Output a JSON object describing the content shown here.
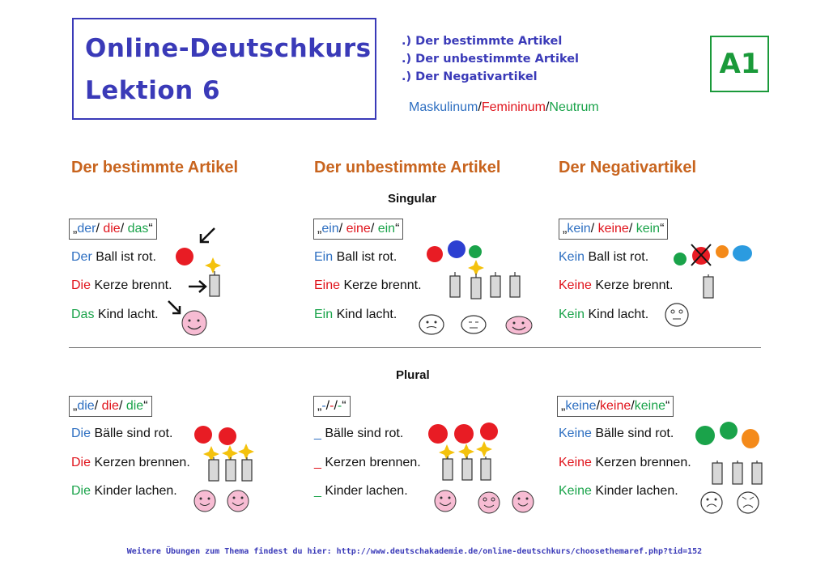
{
  "title": {
    "line1": "Online-Deutschkurs",
    "line2": "Lektion 6"
  },
  "topics": [
    ".) Der bestimmte Artikel",
    ".) Der unbestimmte Artikel",
    ".) Der Negativartikel"
  ],
  "level": "A1",
  "genders": {
    "masc": "Maskulinum",
    "sep1": "/",
    "fem": "Femininum",
    "sep2": "/",
    "neut": "Neutrum"
  },
  "columns": {
    "definite": "Der bestimmte Artikel",
    "indefinite": "Der unbestimmte Artikel",
    "negative": "Der Negativartikel"
  },
  "singular": {
    "label": "Singular",
    "definite": {
      "open": "„",
      "m": "der",
      "s1": "/ ",
      "f": "die",
      "s2": "/ ",
      "n": "das",
      "close": "“",
      "rows": [
        {
          "art": "Der",
          "rest": " Ball ist rot."
        },
        {
          "art": "Die",
          "rest": " Kerze brennt."
        },
        {
          "art": "Das",
          "rest": " Kind lacht."
        }
      ]
    },
    "indefinite": {
      "open": "„",
      "m": "ein",
      "s1": "/ ",
      "f": "eine",
      "s2": "/ ",
      "n": "ein",
      "close": "“",
      "rows": [
        {
          "art": "Ein",
          "rest": " Ball ist rot."
        },
        {
          "art": "Eine",
          "rest": " Kerze brennt."
        },
        {
          "art": "Ein",
          "rest": " Kind lacht."
        }
      ]
    },
    "negative": {
      "open": "„",
      "m": "kein",
      "s1": "/ ",
      "f": "keine",
      "s2": "/ ",
      "n": "kein",
      "close": "“",
      "rows": [
        {
          "art": "Kein",
          "rest": " Ball ist rot."
        },
        {
          "art": "Keine",
          "rest": " Kerze brennt."
        },
        {
          "art": "Kein",
          "rest": " Kind lacht."
        }
      ]
    }
  },
  "plural": {
    "label": "Plural",
    "definite": {
      "open": "„",
      "m": "die",
      "s1": "/ ",
      "f": "die",
      "s2": "/ ",
      "n": "die",
      "close": "“",
      "rows": [
        {
          "art": "Die",
          "rest": " Bälle sind rot."
        },
        {
          "art": "Die",
          "rest": " Kerzen brennen."
        },
        {
          "art": "Die",
          "rest": " Kinder lachen."
        }
      ]
    },
    "indefinite": {
      "open": "„",
      "m": "-",
      "s1": "/",
      "f": "-",
      "s2": "/",
      "n": "-",
      "close": "“",
      "rows": [
        {
          "art": "_",
          "rest": " Bälle sind rot."
        },
        {
          "art": "_",
          "rest": " Kerzen brennen."
        },
        {
          "art": "_",
          "rest": " Kinder lachen."
        }
      ]
    },
    "negative": {
      "open": "„",
      "m": "keine",
      "s1": "/",
      "f": "keine",
      "s2": "/",
      "n": "keine",
      "close": "“",
      "rows": [
        {
          "art": "Keine",
          "rest": " Bälle sind rot."
        },
        {
          "art": "Keine",
          "rest": " Kerzen brennen."
        },
        {
          "art": "Keine",
          "rest": " Kinder lachen."
        }
      ]
    }
  },
  "footer": "Weitere Übungen zum Thema findest du hier: http://www.deutschakademie.de/online-deutschkurs/choosethemaref.php?tid=152",
  "colors": {
    "masc": "#2e6fc1",
    "fem": "#e0141c",
    "neut": "#1aa34a",
    "title": "#3a3ab8",
    "heading": "#c8641e",
    "level": "#1a9a3a"
  }
}
